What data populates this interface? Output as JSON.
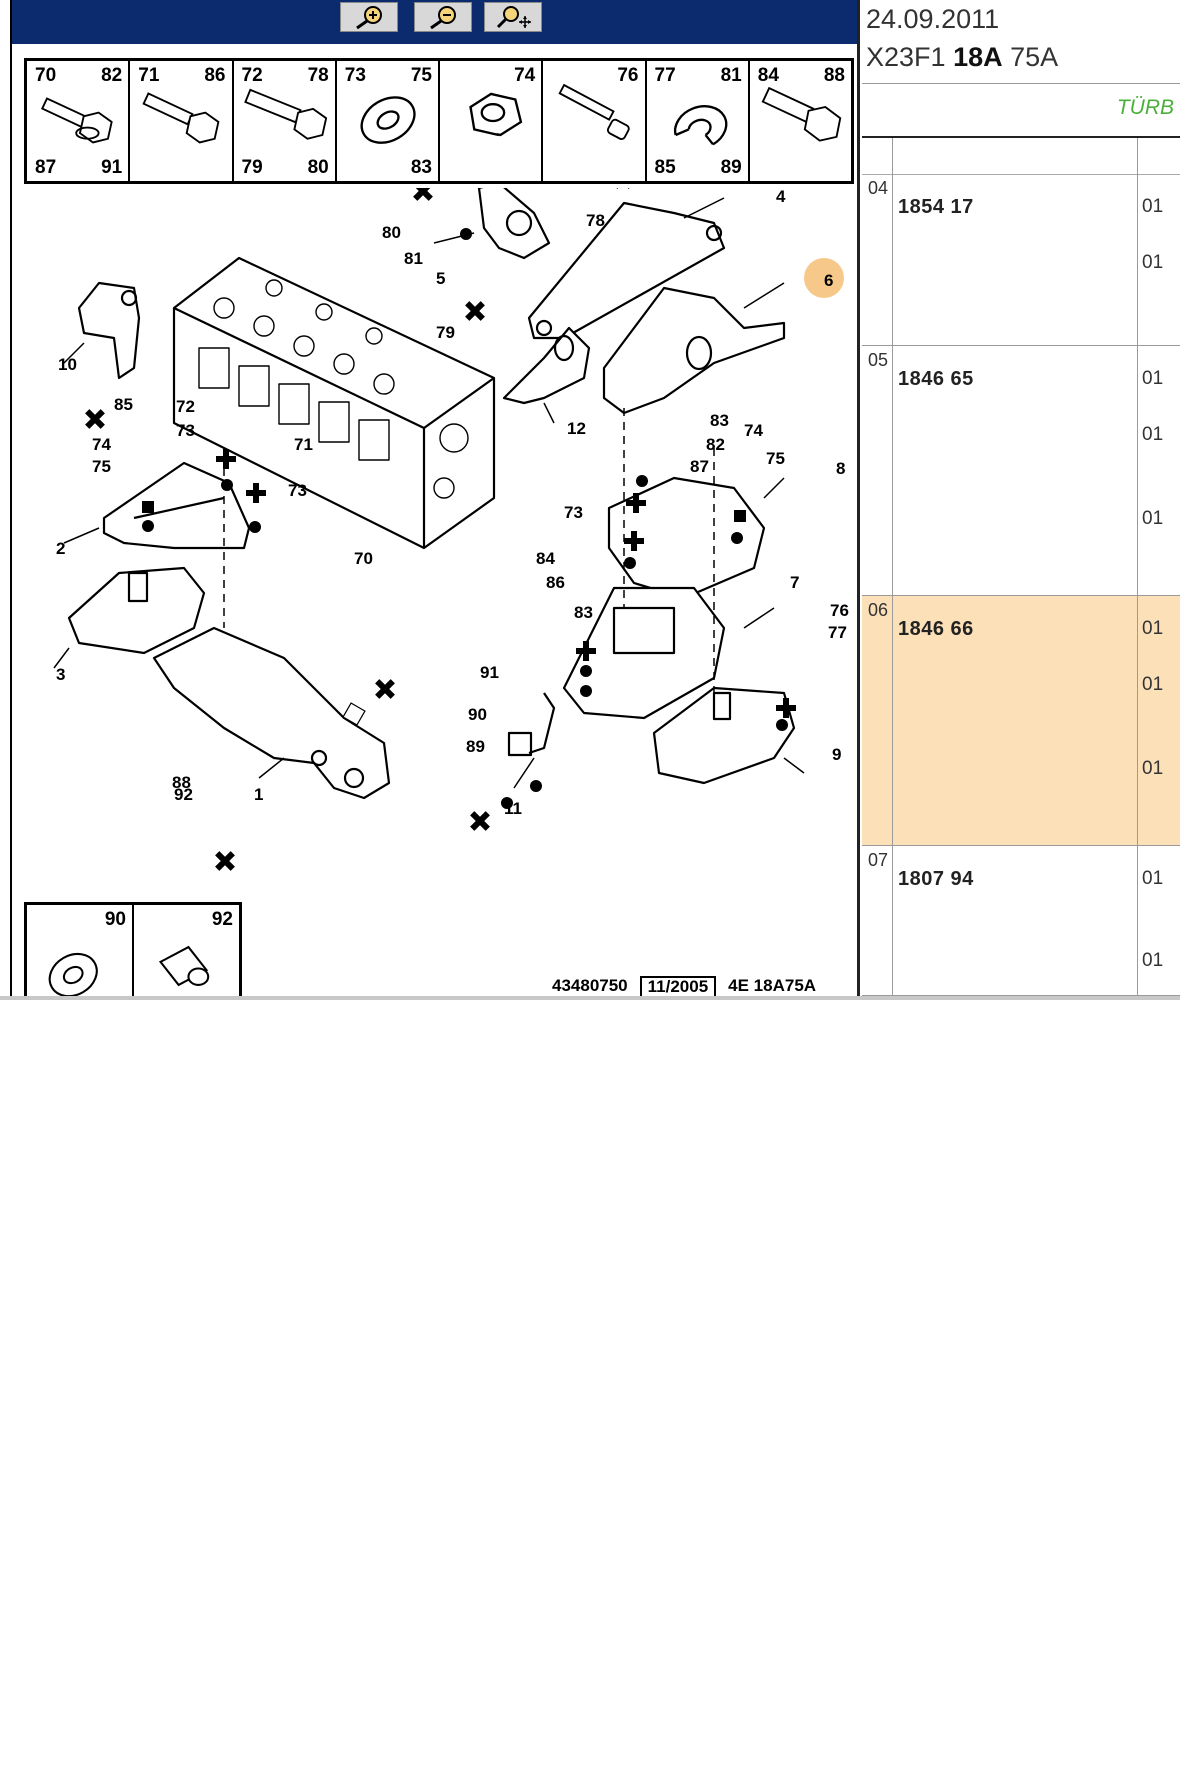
{
  "toolbar": {
    "buttons": [
      {
        "name": "zoom-in"
      },
      {
        "name": "zoom-out"
      },
      {
        "name": "pan-zoom"
      }
    ]
  },
  "hardware_strip": [
    {
      "tl": "70",
      "tr": "82",
      "bl": "87",
      "br": "91",
      "icon": "flange-bolt-icon"
    },
    {
      "tl": "71",
      "tr": "86",
      "bl": "",
      "br": "",
      "icon": "hex-bolt-icon"
    },
    {
      "tl": "72",
      "tr": "78",
      "bl": "79",
      "br": "80",
      "icon": "long-bolt-icon"
    },
    {
      "tl": "73",
      "tr": "75",
      "bl": "",
      "br": "83",
      "icon": "washer-icon"
    },
    {
      "tl": "",
      "tr": "74",
      "bl": "",
      "br": "",
      "icon": "nut-icon"
    },
    {
      "tl": "",
      "tr": "76",
      "bl": "",
      "br": "",
      "icon": "socket-screw-icon"
    },
    {
      "tl": "77",
      "tr": "81",
      "bl": "85",
      "br": "89",
      "icon": "spring-washer-icon"
    },
    {
      "tl": "84",
      "tr": "88",
      "bl": "",
      "br": "",
      "icon": "large-bolt-icon"
    }
  ],
  "small_strip": [
    {
      "tr": "90",
      "icon": "flat-washer-icon"
    },
    {
      "tr": "92",
      "icon": "spacer-sleeve-icon"
    }
  ],
  "callouts": [
    "1",
    "2",
    "3",
    "4",
    "5",
    "6",
    "7",
    "8",
    "9",
    "10",
    "11",
    "12",
    "70",
    "71",
    "72",
    "73",
    "73",
    "73",
    "74",
    "74",
    "75",
    "75",
    "76",
    "77",
    "78",
    "79",
    "80",
    "81",
    "82",
    "83",
    "83",
    "84",
    "85",
    "86",
    "87",
    "88",
    "89",
    "90",
    "91",
    "92"
  ],
  "diagram_footer": {
    "drawing_no": "43480750",
    "date_boxed": "11/2005",
    "code": "4E 18A75A"
  },
  "info": {
    "date": "24.09.2011",
    "model_prefix": "X23F1",
    "model_bold": "18A",
    "model_suffix": "75A",
    "engine_label": "TÜRB"
  },
  "parts": [
    {
      "pos": "04",
      "ref": "1854 17",
      "qty": [
        "01",
        "01"
      ],
      "selected": false
    },
    {
      "pos": "05",
      "ref": "1846 65",
      "qty": [
        "01",
        "01",
        "01"
      ],
      "selected": false
    },
    {
      "pos": "06",
      "ref": "1846 66",
      "qty": [
        "01",
        "01",
        "01"
      ],
      "selected": true
    },
    {
      "pos": "07",
      "ref": "1807 94",
      "qty": [
        "01",
        "01"
      ],
      "selected": false
    }
  ],
  "colors": {
    "toolbar": "#0c2a6e",
    "selected_row": "#fce0b8",
    "highlight_callout": "#f6c98a",
    "engine_label": "#4caf3c"
  }
}
